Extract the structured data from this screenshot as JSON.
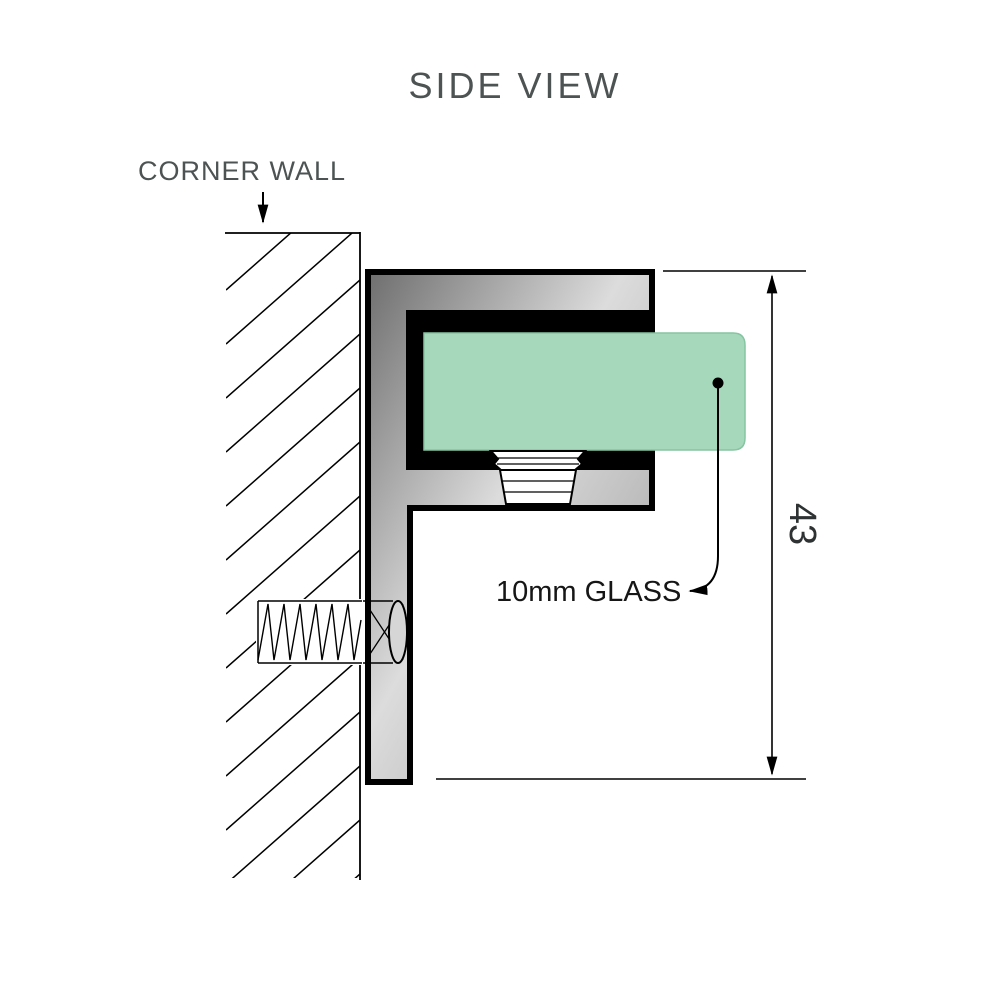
{
  "title": "SIDE VIEW",
  "labels": {
    "corner_wall": "CORNER WALL",
    "glass": "10mm GLASS"
  },
  "dimensions": {
    "bracket_height": "43"
  },
  "colors": {
    "label_text": "#4d5353",
    "annotation_text": "#161616",
    "dimension_text": "#2e3232",
    "outline": "#000000",
    "glass_fill": "#a6d9bc",
    "glass_stroke": "#86c4a2",
    "metal_dark": "#6e6e6e",
    "metal_light": "#dcdcdc",
    "metal_mid": "#9a9a9a"
  }
}
